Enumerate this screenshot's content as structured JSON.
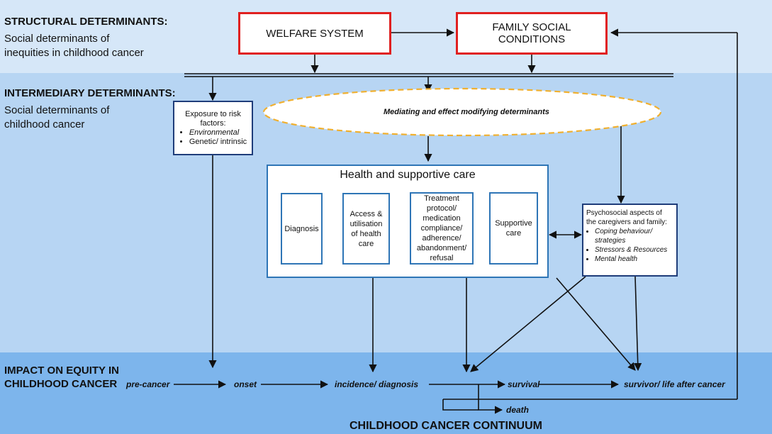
{
  "sections": {
    "structural": {
      "title": "STRUCTURAL DETERMINANTS:",
      "subtitle_line1": "Social determinants of",
      "subtitle_line2": "inequities in childhood cancer"
    },
    "intermediary": {
      "title": "INTERMEDIARY DETERMINANTS:",
      "subtitle_line1": "Social determinants of",
      "subtitle_line2": "childhood cancer"
    },
    "impact": {
      "title_line1": "IMPACT ON EQUITY IN",
      "title_line2": "CHILDHOOD CANCER",
      "footer": "CHILDHOOD CANCER CONTINUUM"
    }
  },
  "nodes": {
    "welfare": "WELFARE SYSTEM",
    "family": "FAMILY SOCIAL CONDITIONS",
    "exposure": {
      "title_line1": "Exposure to risk",
      "title_line2": "factors:",
      "items": [
        "Environmental",
        "Genetic/ intrinsic"
      ]
    },
    "mediating": "Mediating and effect modifying determinants",
    "health_care": {
      "title": "Health and supportive care",
      "diagnosis": "Diagnosis",
      "access": [
        "Access &",
        "utilisation",
        "of health",
        "care"
      ],
      "treatment": [
        "Treatment",
        "protocol/",
        "medication",
        "compliance/",
        "adherence/",
        "abandonment/",
        "refusal"
      ],
      "supportive": [
        "Supportive",
        "care"
      ]
    },
    "psychosocial": {
      "title": "Psychosocial aspects of the caregivers and family:",
      "items": [
        "Coping behaviour/ strategies",
        "Stressors & Resources",
        "Mental health"
      ]
    }
  },
  "continuum": {
    "pre_cancer": "pre-cancer",
    "onset": "onset",
    "incidence": "incidence/ diagnosis",
    "survival": "survival",
    "survivor": "survivor/ life after cancer",
    "death": "death"
  },
  "colors": {
    "red_border": "#e02020",
    "navy_border": "#1f3d7a",
    "steel_border": "#2e75b6",
    "ellipse_dash": "#f0b030"
  }
}
